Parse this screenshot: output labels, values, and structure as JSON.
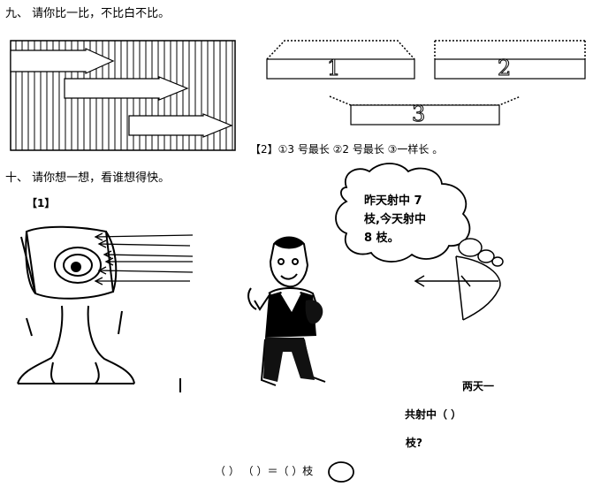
{
  "section9": {
    "heading": "九、 请你比一比，不比白不比。",
    "bars": [
      "1",
      "2",
      "3"
    ],
    "options": "【2】①3 号最长   ②2 号最长   ③一样长  。"
  },
  "section10": {
    "heading": "十、 请你想一想，看谁想得快。",
    "label": "【1】",
    "bubble_line1": "昨天射中  7",
    "bubble_line2": "枝,今天射中",
    "bubble_line3": "8 枝。",
    "question_line1": "两天一",
    "question_line2": "共射中（      ）",
    "question_line3": "枝?",
    "equation": "（    ）  （    ）＝（      ）枝"
  }
}
